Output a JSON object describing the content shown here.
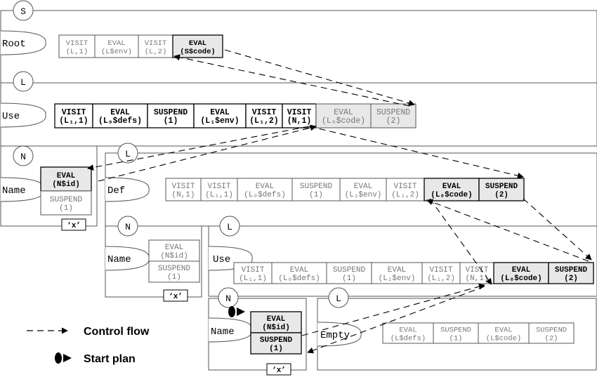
{
  "diagram": {
    "frames": [
      {
        "id": "S",
        "letter": "S",
        "label": "Root",
        "cells": [
          {
            "l1": "VISIT",
            "l2": "(L,1)",
            "hl": false,
            "strong": false
          },
          {
            "l1": "EVAL",
            "l2": "(L$env)",
            "hl": false,
            "strong": false
          },
          {
            "l1": "VISIT",
            "l2": "(L,2)",
            "hl": false,
            "strong": false
          },
          {
            "l1": "EVAL",
            "l2": "(S$code)",
            "hl": true,
            "strong": true
          }
        ]
      },
      {
        "id": "L1",
        "letter": "L",
        "label": "Use",
        "cells": [
          {
            "l1": "VISIT",
            "l2": "(L₁,1)",
            "hl": false,
            "strong": true
          },
          {
            "l1": "EVAL",
            "l2": "(L₀$defs)",
            "hl": false,
            "strong": true
          },
          {
            "l1": "SUSPEND",
            "l2": "(1)",
            "hl": false,
            "strong": true
          },
          {
            "l1": "EVAL",
            "l2": "(L₁$env)",
            "hl": false,
            "strong": true
          },
          {
            "l1": "VISIT",
            "l2": "(L₁,2)",
            "hl": false,
            "strong": true
          },
          {
            "l1": "VISIT",
            "l2": "(N,1)",
            "hl": false,
            "strong": true
          },
          {
            "l1": "EVAL",
            "l2": "(L₀$code)",
            "hl": true,
            "strong": false
          },
          {
            "l1": "SUSPEND",
            "l2": "(2)",
            "hl": true,
            "strong": false
          }
        ]
      },
      {
        "id": "N1",
        "letter": "N",
        "label": "Name",
        "cells": [
          {
            "l1": "EVAL",
            "l2": "(N$id)",
            "hl": true,
            "strong": true
          },
          {
            "l1": "SUSPEND",
            "l2": "(1)",
            "hl": false,
            "strong": false
          }
        ],
        "token": "‘x’"
      },
      {
        "id": "L2",
        "letter": "L",
        "label": "Def",
        "cells": [
          {
            "l1": "VISIT",
            "l2": "(N,1)",
            "hl": false,
            "strong": false
          },
          {
            "l1": "VISIT",
            "l2": "(L₁,1)",
            "hl": false,
            "strong": false
          },
          {
            "l1": "EVAL",
            "l2": "(L₀$defs)",
            "hl": false,
            "strong": false
          },
          {
            "l1": "SUSPEND",
            "l2": "(1)",
            "hl": false,
            "strong": false
          },
          {
            "l1": "EVAL",
            "l2": "(L₁$env)",
            "hl": false,
            "strong": false
          },
          {
            "l1": "VISIT",
            "l2": "(L₁,2)",
            "hl": false,
            "strong": false
          },
          {
            "l1": "EVAL",
            "l2": "(L₀$code)",
            "hl": true,
            "strong": true
          },
          {
            "l1": "SUSPEND",
            "l2": "(2)",
            "hl": true,
            "strong": true
          }
        ]
      },
      {
        "id": "N2",
        "letter": "N",
        "label": "Name",
        "cells": [
          {
            "l1": "EVAL",
            "l2": "(N$id)",
            "hl": false,
            "strong": false
          },
          {
            "l1": "SUSPEND",
            "l2": "(1)",
            "hl": false,
            "strong": false
          }
        ],
        "token": "‘x’"
      },
      {
        "id": "L3",
        "letter": "L",
        "label": "Use",
        "cells": [
          {
            "l1": "VISIT",
            "l2": "(L₁,1)",
            "hl": false,
            "strong": false
          },
          {
            "l1": "EVAL",
            "l2": "(L₀$defs)",
            "hl": false,
            "strong": false
          },
          {
            "l1": "SUSPEND",
            "l2": "(1)",
            "hl": false,
            "strong": false
          },
          {
            "l1": "EVAL",
            "l2": "(L₁$env)",
            "hl": false,
            "strong": false
          },
          {
            "l1": "VISIT",
            "l2": "(L₁,2)",
            "hl": false,
            "strong": false
          },
          {
            "l1": "VISIT",
            "l2": "(N,1)",
            "hl": false,
            "strong": false
          },
          {
            "l1": "EVAL",
            "l2": "(L₀$code)",
            "hl": true,
            "strong": true
          },
          {
            "l1": "SUSPEND",
            "l2": "(2)",
            "hl": true,
            "strong": true
          }
        ]
      },
      {
        "id": "N3",
        "letter": "N",
        "label": "Name",
        "cells": [
          {
            "l1": "EVAL",
            "l2": "(N$id)",
            "hl": true,
            "strong": true
          },
          {
            "l1": "SUSPEND",
            "l2": "(1)",
            "hl": true,
            "strong": true
          }
        ],
        "token": "‘x’"
      },
      {
        "id": "L4",
        "letter": "L",
        "label": "Empty",
        "cells": [
          {
            "l1": "EVAL",
            "l2": "(L$defs)",
            "hl": false,
            "strong": false
          },
          {
            "l1": "SUSPEND",
            "l2": "(1)",
            "hl": false,
            "strong": false
          },
          {
            "l1": "EVAL",
            "l2": "(L$code)",
            "hl": false,
            "strong": false
          },
          {
            "l1": "SUSPEND",
            "l2": "(2)",
            "hl": false,
            "strong": false
          }
        ]
      }
    ],
    "legend": {
      "control_flow": "Control flow",
      "start_plan": "Start plan"
    },
    "colors": {
      "line": "#555555",
      "text_light": "#777777",
      "text_strong": "#000000",
      "cell_highlight": "#e8e8e8",
      "background": "#ffffff"
    }
  }
}
